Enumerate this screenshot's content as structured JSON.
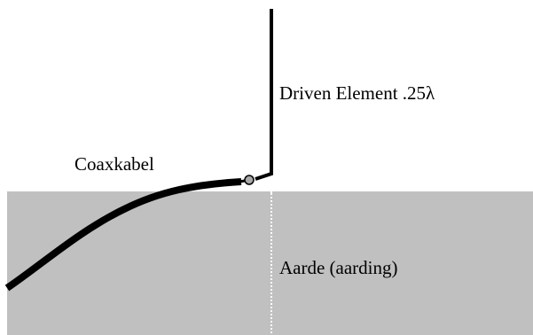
{
  "diagram": {
    "labels": {
      "driven_element": "Driven Element .25λ",
      "coax_cable": "Coaxkabel",
      "ground": "Aarde (aarding)"
    },
    "colors": {
      "background": "#ffffff",
      "ground_fill": "#c0c0c0",
      "conductor": "#000000",
      "ground_wire": "#ffffff",
      "feedpoint_fill": "#a8a8a8"
    }
  }
}
